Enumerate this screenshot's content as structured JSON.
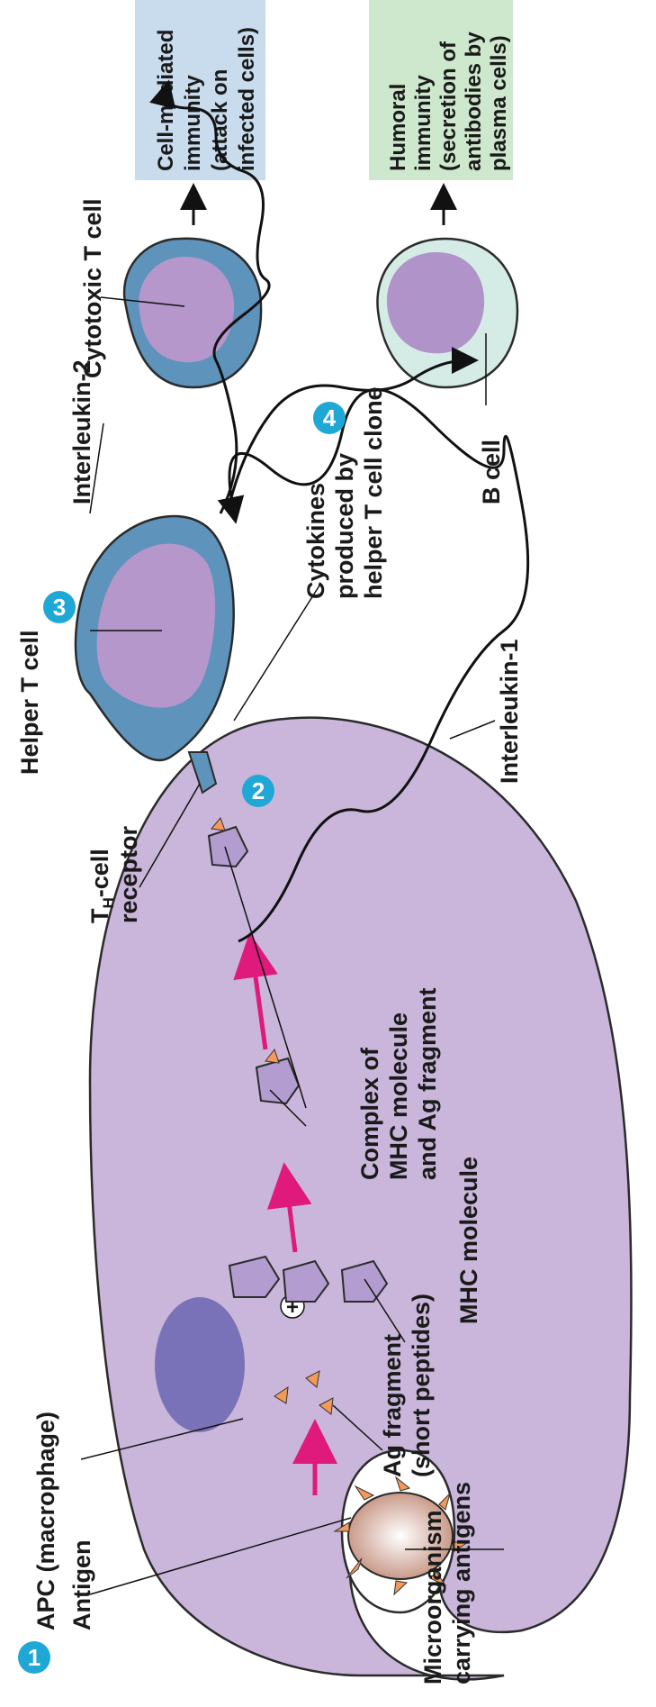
{
  "steps": [
    "1",
    "2",
    "3",
    "4"
  ],
  "labels": {
    "apc": "APC (macrophage)",
    "antigen": "Antigen",
    "microorganism_line1": "Microorganism",
    "microorganism_line2": "carrying antigens",
    "ag_fragment_line1": "Ag fragment",
    "ag_fragment_line2": "(short peptides)",
    "mhc_molecule": "MHC molecule",
    "complex_line1": "Complex of",
    "complex_line2": "MHC molecule",
    "complex_line3": "and Ag fragment",
    "th_receptor_prefix": "T",
    "th_receptor_sub": "H",
    "th_receptor_suffix": "-cell",
    "th_receptor_line2": "receptor",
    "helper_t": "Helper T cell",
    "interleukin1": "Interleukin-1",
    "interleukin2": "Interleukin-2",
    "cytokines_line1": "Cytokines",
    "cytokines_line2": "produced by",
    "cytokines_line3": "helper T cell clone",
    "cytotoxic_t": "Cytotoxic T cell",
    "b_cell": "B cell",
    "plus": "+"
  },
  "outcomes": {
    "cell_mediated": [
      "Cell-mediated",
      "immunity",
      "(attack on",
      "infected cells)"
    ],
    "humoral": [
      "Humoral",
      "immunity",
      "(secretion of",
      "antibodies by",
      "plasma cells)"
    ]
  },
  "colors": {
    "apc_fill": "#c9b6da",
    "apc_stroke": "#2b2b2b",
    "nucleus_apc": "#7a72b8",
    "t_cell_outer": "#5e93bb",
    "t_cell_inner": "#b597cc",
    "b_cell_outer": "#d5ece6",
    "b_cell_inner": "#b093c8",
    "mhc_fill": "#b39ccf",
    "arrow_pink": "#e0197d",
    "step_circle": "#1fa8d6",
    "antigen_orange": "#f39a5b",
    "cell_mediated_box": "#c8dced",
    "humoral_box": "#cde8cc"
  }
}
